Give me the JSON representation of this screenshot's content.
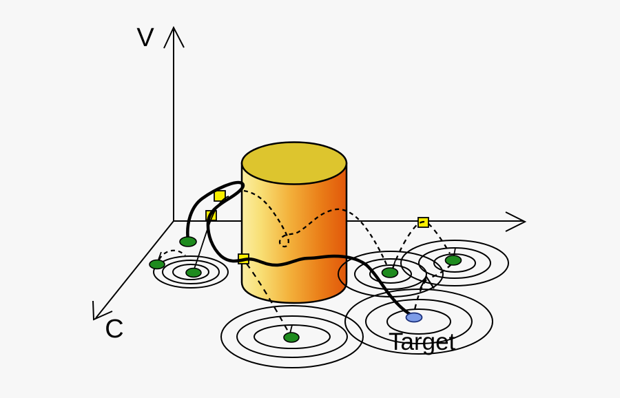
{
  "diagram": {
    "axes": {
      "v_label": "V",
      "c_label": "C"
    },
    "labels": {
      "target": "Target"
    },
    "colors": {
      "background": "#f7f7f7",
      "line": "#000000",
      "cylinder_top": "#ddc52e",
      "cylinder_gradient_left": "#fbeea3",
      "cylinder_gradient_right": "#e1570a",
      "green_marker": "#1e8b1e",
      "blue_marker": "#7d9ce8",
      "blue_marker_outline": "#1a2f7a",
      "yellow_square": "#f8ee00"
    },
    "markers": {
      "green_points": 6,
      "yellow_squares": 4,
      "blue_points": 1,
      "contour_ring_sets": 5,
      "rings_per_set": 3
    }
  }
}
